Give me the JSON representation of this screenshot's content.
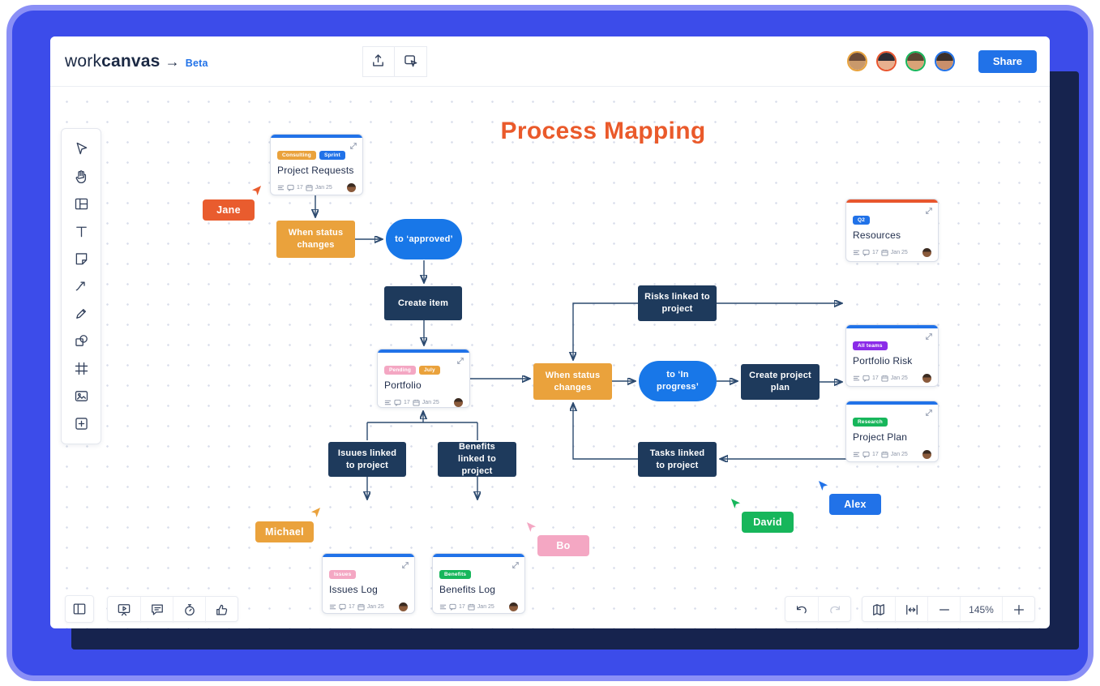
{
  "colors": {
    "frame": "#3C4CEA",
    "frame_border": "#8A8FF6",
    "window_shadow": "#16234E",
    "accent_blue": "#2172E8",
    "title_orange": "#EA5A2B",
    "shape_navy": "#1E3A5C",
    "shape_orange": "#EAA23C",
    "pill_blue": "#1877E8",
    "connector": "#2C4A6F"
  },
  "header": {
    "logo_light": "work",
    "logo_bold": "canvas",
    "arrow": "→",
    "beta": "Beta",
    "share_label": "Share",
    "avatars": [
      {
        "ring": "#E8A33D",
        "hair": "#6B4A36",
        "skin": "#C9996B"
      },
      {
        "ring": "#E8552E",
        "hair": "#2B2B33",
        "skin": "#E8B08F"
      },
      {
        "ring": "#17B65B",
        "hair": "#5A4632",
        "skin": "#D9A377"
      },
      {
        "ring": "#2172E8",
        "hair": "#3A2E28",
        "skin": "#C98F6B"
      }
    ]
  },
  "left_toolbar": [
    "select",
    "pan",
    "templates",
    "text",
    "sticky-note",
    "connector",
    "pen",
    "shapes",
    "frame",
    "image",
    "add"
  ],
  "bottom_left_toolbar": [
    "panels",
    "present",
    "comments",
    "timer",
    "reactions"
  ],
  "bottom_right": {
    "zoom_level": "145%",
    "icons": [
      "undo",
      "redo",
      "minimap",
      "fit-to-screen",
      "zoom-out",
      "zoom-in"
    ]
  },
  "canvas": {
    "title": "Process Mapping",
    "card_meta": {
      "comments": "17",
      "date": "Jan 25"
    },
    "cards": [
      {
        "title": "Project Requests",
        "top": "#2172E8",
        "tags": [
          {
            "label": "Consulting",
            "bg": "#EAA23C"
          },
          {
            "label": "Sprint",
            "bg": "#2172E8"
          }
        ]
      },
      {
        "title": "Portfolio",
        "top": "#2172E8",
        "tags": [
          {
            "label": "Pending",
            "bg": "#F4A7C3"
          },
          {
            "label": "July",
            "bg": "#EAA23C"
          }
        ]
      },
      {
        "title": "Resources",
        "top": "#E8562D",
        "tags": [
          {
            "label": "Q2",
            "bg": "#2172E8"
          }
        ]
      },
      {
        "title": "Portfolio Risk",
        "top": "#2172E8",
        "tags": [
          {
            "label": "All teams",
            "bg": "#8B2BE8"
          }
        ]
      },
      {
        "title": "Project Plan",
        "top": "#2172E8",
        "tags": [
          {
            "label": "Research",
            "bg": "#17B65B"
          }
        ]
      },
      {
        "title": "Issues Log",
        "top": "#2172E8",
        "tags": [
          {
            "label": "Issues",
            "bg": "#F4A7C3"
          }
        ]
      },
      {
        "title": "Benefits Log",
        "top": "#2172E8",
        "tags": [
          {
            "label": "Benefits",
            "bg": "#17B65B"
          }
        ]
      }
    ],
    "shapes": {
      "when_status_1": "When status changes",
      "to_approved": "to ‘approved’",
      "create_item": "Create item",
      "risks_linked": "Risks linked to project",
      "when_status_2": "When status changes",
      "to_in_progress": "to ‘In progress’",
      "create_project_plan": "Create project plan",
      "tasks_linked": "Tasks linked to project",
      "issues_linked": "Isuues linked to project",
      "benefits_linked": "Benefits linked to project"
    },
    "cursors": [
      {
        "name": "Jane",
        "color": "#E95C2E"
      },
      {
        "name": "Michael",
        "color": "#EAA23C"
      },
      {
        "name": "Bo",
        "color": "#F4A7C3"
      },
      {
        "name": "David",
        "color": "#17B65B"
      },
      {
        "name": "Alex",
        "color": "#2172E8"
      }
    ]
  }
}
